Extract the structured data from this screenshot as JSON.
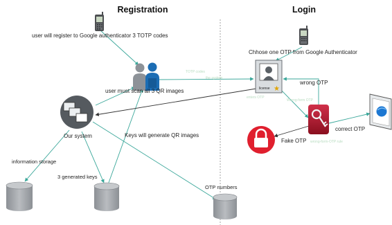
{
  "sections": {
    "registration_title": "Registration",
    "login_title": "Login"
  },
  "labels": {
    "register_phone": "user will register to Google authenticator 3 TOTP codes",
    "scan_qr": "user must scan all 3 QR images",
    "our_system": "Our system",
    "keys_generate": "Keys will generate QR images",
    "info_storage": "information storage",
    "generated_keys": "3 generated keys",
    "otp_numbers": "OTP numbers",
    "choose_otp": "Chhose one OTP from Google Authenticator",
    "wrong_otp": "wrong OTP",
    "correct_otp": "correct OTP",
    "fake_otp": "Fake OTP"
  },
  "faint_texts": [
    "TOTP codes",
    "the system",
    "enters OTP",
    "Wrong-form OTP",
    "wrong-form-OTP rule"
  ],
  "colors": {
    "connector": "#3aa79a",
    "dark_connector": "#333333",
    "lock_red": "#e01f2e",
    "key_red": "#b0182a",
    "user_blue": "#1c6db4",
    "user_gray": "#8d9298",
    "database_gray": "#9a9ea3",
    "system_gray": "#555a5f",
    "divider": "#999999"
  },
  "icons": [
    "phone-icon",
    "users-icon",
    "system-icon",
    "database-icon",
    "id-card-icon",
    "key-icon",
    "lock-icon",
    "browser-icon"
  ]
}
